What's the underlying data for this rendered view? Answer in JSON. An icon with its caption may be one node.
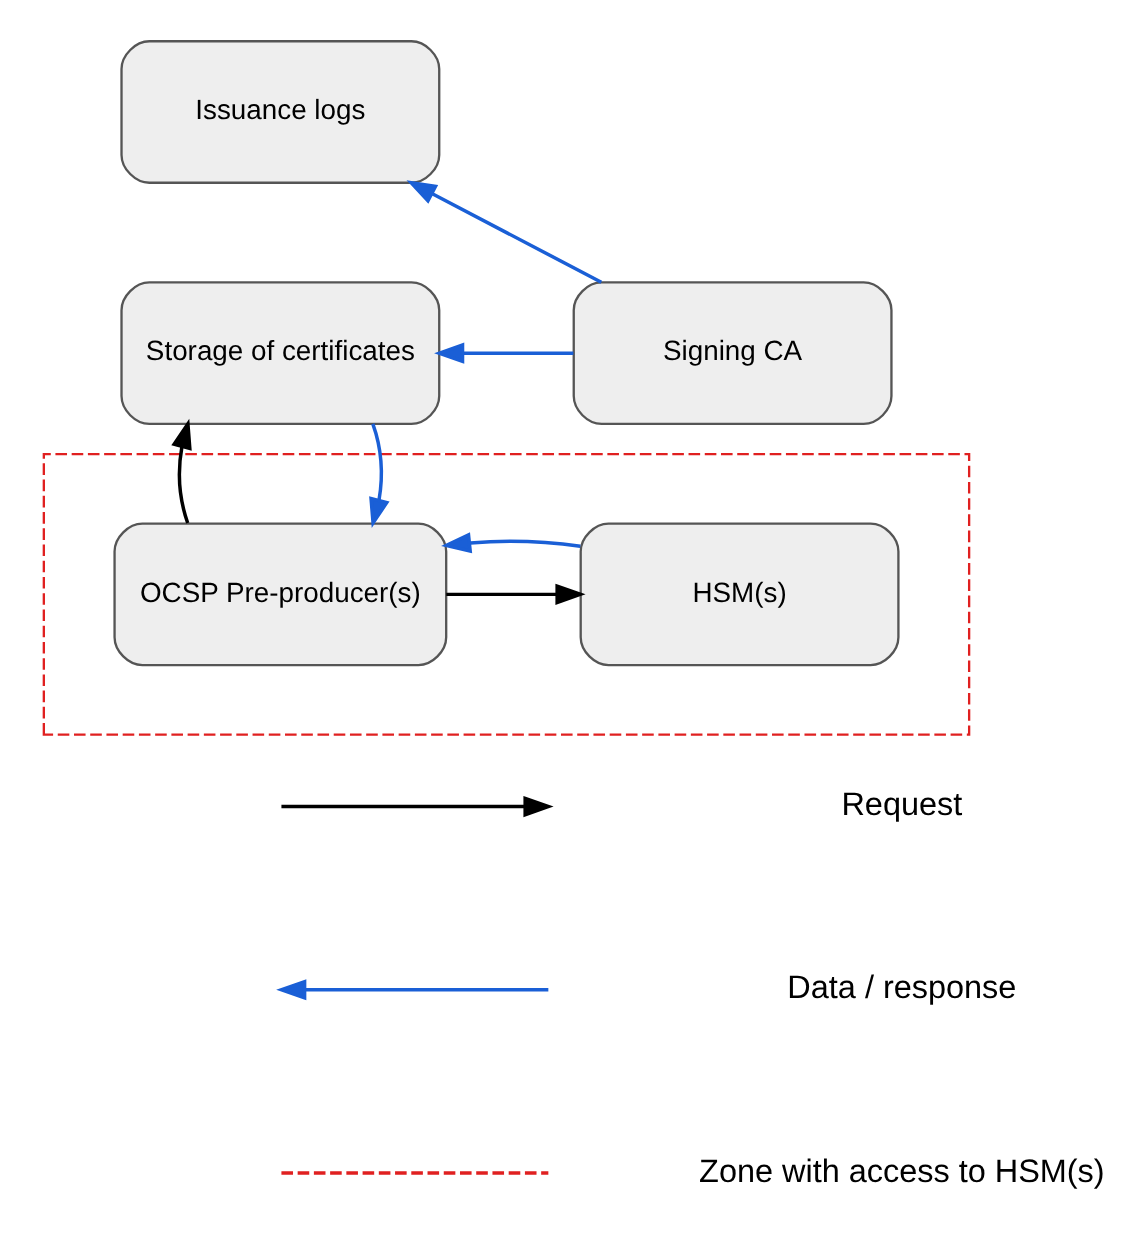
{
  "diagram": {
    "nodes": [
      {
        "text": [
          "Issuance logs"
        ]
      },
      {
        "text": [
          "Storage of certificates"
        ]
      },
      {
        "text": [
          "Signing CA"
        ]
      },
      {
        "text": [],
        "shape": "box"
      },
      {
        "text": [
          "OCSP Pre-producer(s)"
        ],
        "in": 3
      },
      {
        "text": [
          "HSM(s)"
        ],
        "in": 3
      }
    ],
    "edges": [
      {
        "from": 2,
        "to": 0,
        "arrow": "to"
      },
      {
        "from": 2,
        "to": 1,
        "arrow": "to"
      },
      {
        "from": 4,
        "to": 1,
        "arrow": "to",
        "color": "#000000"
      },
      {
        "from": 1,
        "to": 4,
        "arrow": "to"
      },
      {
        "from": 4,
        "to": 5,
        "arrow": "to",
        "color": "#000000"
      },
      {
        "from": 5,
        "to": 4,
        "arrow": "to"
      }
    ],
    "legend": [
      {
        "text": "Request"
      },
      {
        "text": "Data / response"
      },
      {
        "text": "Zone with access to HSM(s)"
      }
    ]
  }
}
